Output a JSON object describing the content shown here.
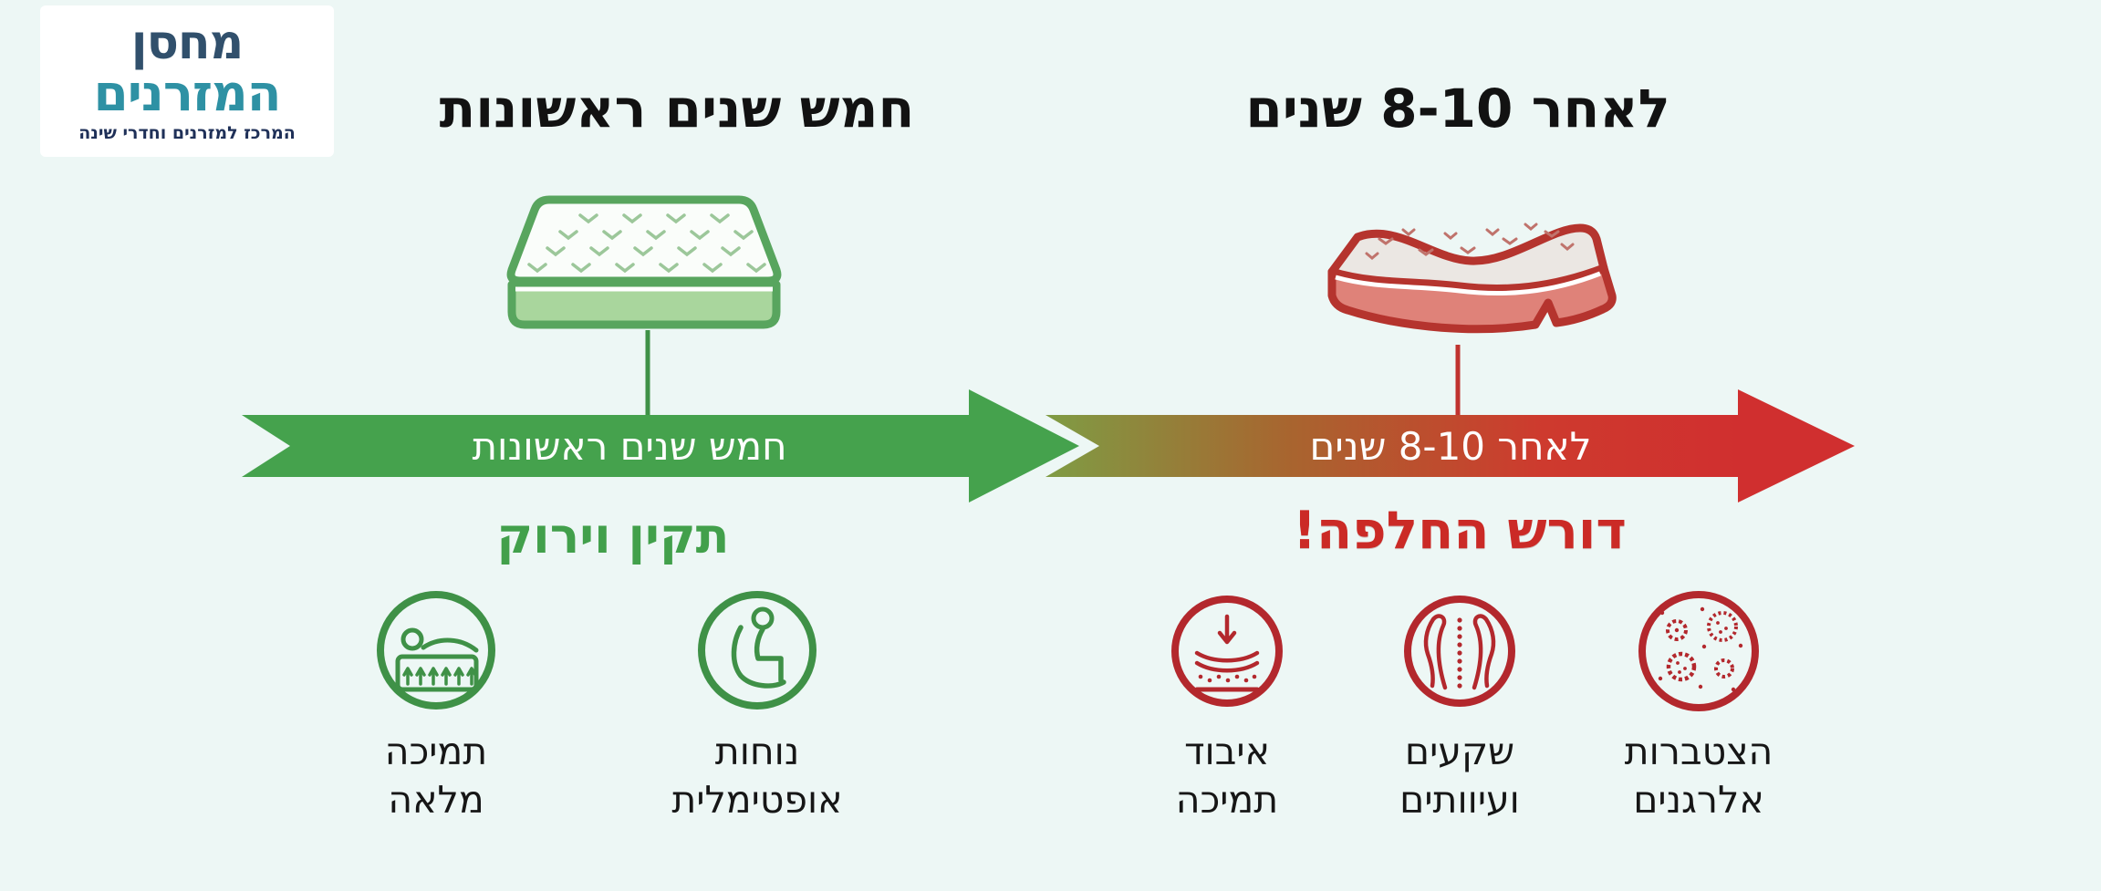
{
  "background_color": "#edf7f5",
  "brand": {
    "name_line1": "מחסן",
    "name_line2": "המזרנים",
    "tagline": "המרכז למזרנים וחדרי שינה",
    "color_primary": "#31506c",
    "color_secondary": "#2e91a4"
  },
  "timeline": {
    "left": {
      "heading": "חמש שנים ראשונות",
      "arrow_label": "חמש שנים ראשונות",
      "arrow_color": "#45a24d",
      "status": "תקין וירוק",
      "status_color": "#42a04b",
      "mattress_state": "green-flat-mattress",
      "items": [
        {
          "icon": "full-support-icon",
          "line1": "תמיכה",
          "line2": "מלאה"
        },
        {
          "icon": "optimal-comfort-icon",
          "line1": "נוחות",
          "line2": "אופטימלית"
        }
      ]
    },
    "right": {
      "heading": "לאחר 8-10 שנים",
      "arrow_label": "לאחר 8-10 שנים",
      "arrow_color": "#d02f2f",
      "arrow_gradient_start": "#7f9c44",
      "status": "דורש החלפה!",
      "status_color": "#cb2a26",
      "mattress_state": "red-sagging-mattress",
      "items": [
        {
          "icon": "support-loss-icon",
          "line1": "איבוד",
          "line2": "תמיכה"
        },
        {
          "icon": "back-pain-icon",
          "line1": "שקעים",
          "line2": "ועיוותים"
        },
        {
          "icon": "allergen-buildup-icon",
          "line1": "הצטברות",
          "line2": "אלרגנים"
        }
      ]
    }
  }
}
